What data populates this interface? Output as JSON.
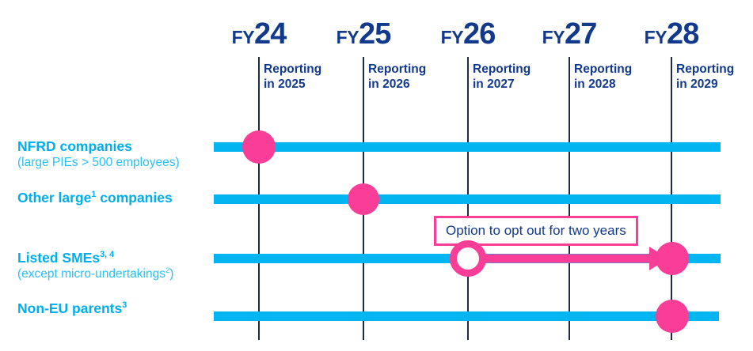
{
  "colors": {
    "navy": "#12398C",
    "cyan": "#00B5F0",
    "cyan_light": "#29C0F5",
    "pink": "#FA3D96",
    "gridline": "#1E2B40",
    "background": "#FFFFFF"
  },
  "timeline": {
    "years": [
      {
        "prefix": "FY",
        "num": "24",
        "reporting_line1": "Reporting",
        "reporting_line2": "in 2025"
      },
      {
        "prefix": "FY",
        "num": "25",
        "reporting_line1": "Reporting",
        "reporting_line2": "in 2026"
      },
      {
        "prefix": "FY",
        "num": "26",
        "reporting_line1": "Reporting",
        "reporting_line2": "in 2027"
      },
      {
        "prefix": "FY",
        "num": "27",
        "reporting_line1": "Reporting",
        "reporting_line2": "in 2028"
      },
      {
        "prefix": "FY",
        "num": "28",
        "reporting_line1": "Reporting",
        "reporting_line2": "in 2029"
      }
    ],
    "rows": [
      {
        "title": "NFRD companies",
        "title_sup": "",
        "subtitle": "(large PIEs > 500 employees)",
        "subtitle_sup": "",
        "marker_year": "FY24",
        "marker_type": "solid"
      },
      {
        "title": "Other large",
        "title_sup": "1",
        "title_tail": " companies",
        "subtitle": "",
        "marker_year": "FY25",
        "marker_type": "solid"
      },
      {
        "title": "Listed SMEs",
        "title_sup": "3, 4",
        "subtitle": "(except micro-undertakings",
        "subtitle_sup": "2",
        "subtitle_tail": ")",
        "marker_year": "FY26",
        "marker_type": "hollow",
        "second_marker_year": "FY28",
        "second_marker_type": "solid",
        "has_optout_arrow": true
      },
      {
        "title": "Non-EU parents",
        "title_sup": "3",
        "subtitle": "",
        "marker_year": "FY28",
        "marker_type": "solid"
      }
    ],
    "callout": {
      "text": "Option to opt out for two years"
    }
  }
}
